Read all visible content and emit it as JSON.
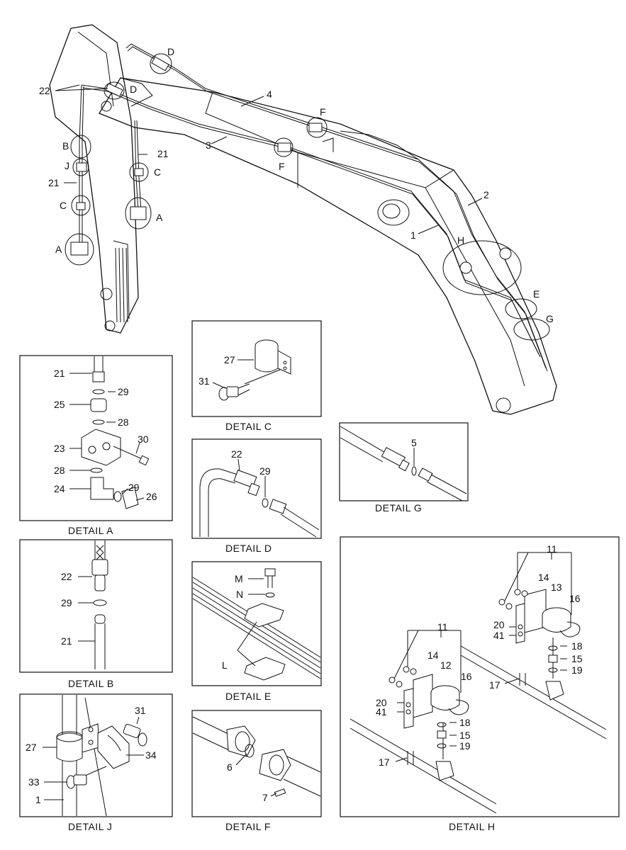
{
  "callouts": {
    "main": [
      "D",
      "D",
      "22",
      "4",
      "F",
      "3",
      "F",
      "21",
      "B",
      "J",
      "C",
      "21",
      "C",
      "A",
      "2",
      "1",
      "H",
      "E",
      "G",
      "A"
    ],
    "main_extra": []
  },
  "details": {
    "A": {
      "caption": "DETAIL  A",
      "labels": [
        "21",
        "29",
        "25",
        "28",
        "30",
        "23",
        "28",
        "29",
        "24",
        "26"
      ]
    },
    "B": {
      "caption": "DETAIL  B",
      "labels": [
        "22",
        "29",
        "21"
      ]
    },
    "C": {
      "caption": "DETAIL  C",
      "labels": [
        "27",
        "31"
      ]
    },
    "D": {
      "caption": "DETAIL  D",
      "labels": [
        "22",
        "29"
      ]
    },
    "E": {
      "caption": "DETAIL  E",
      "labels": [
        "M",
        "N",
        "L"
      ]
    },
    "F": {
      "caption": "DETAIL  F",
      "labels": [
        "6",
        "7"
      ]
    },
    "G": {
      "caption": "DETAIL  G",
      "labels": [
        "5"
      ]
    },
    "H": {
      "caption": "DETAIL  H",
      "labels": [
        "11",
        "14",
        "13",
        "16",
        "20",
        "41",
        "18",
        "15",
        "19",
        "17",
        "11",
        "14",
        "12",
        "16",
        "20",
        "41",
        "18",
        "15",
        "19",
        "17"
      ]
    },
    "J": {
      "caption": "DETAIL  J",
      "labels": [
        "31",
        "27",
        "34",
        "33",
        "1"
      ]
    }
  }
}
